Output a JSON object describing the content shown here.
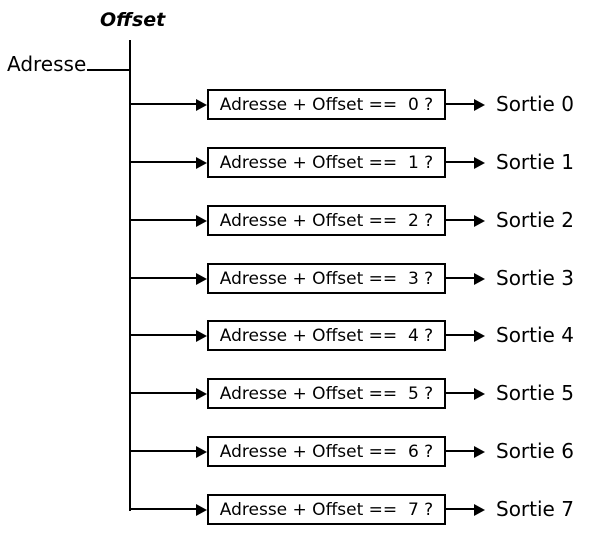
{
  "diagram": {
    "offset_label": "Offset",
    "adresse_label": "Adresse",
    "colors": {
      "background": "#ffffff",
      "line": "#000000",
      "text": "#000000"
    },
    "rows": [
      {
        "condition": "Adresse + Offset ==  0 ?",
        "output": "Sortie 0"
      },
      {
        "condition": "Adresse + Offset ==  1 ?",
        "output": "Sortie 1"
      },
      {
        "condition": "Adresse + Offset ==  2 ?",
        "output": "Sortie 2"
      },
      {
        "condition": "Adresse + Offset ==  3 ?",
        "output": "Sortie 3"
      },
      {
        "condition": "Adresse + Offset ==  4 ?",
        "output": "Sortie 4"
      },
      {
        "condition": "Adresse + Offset ==  5 ?",
        "output": "Sortie 5"
      },
      {
        "condition": "Adresse + Offset ==  6 ?",
        "output": "Sortie 6"
      },
      {
        "condition": "Adresse + Offset ==  7 ?",
        "output": "Sortie 7"
      }
    ]
  }
}
